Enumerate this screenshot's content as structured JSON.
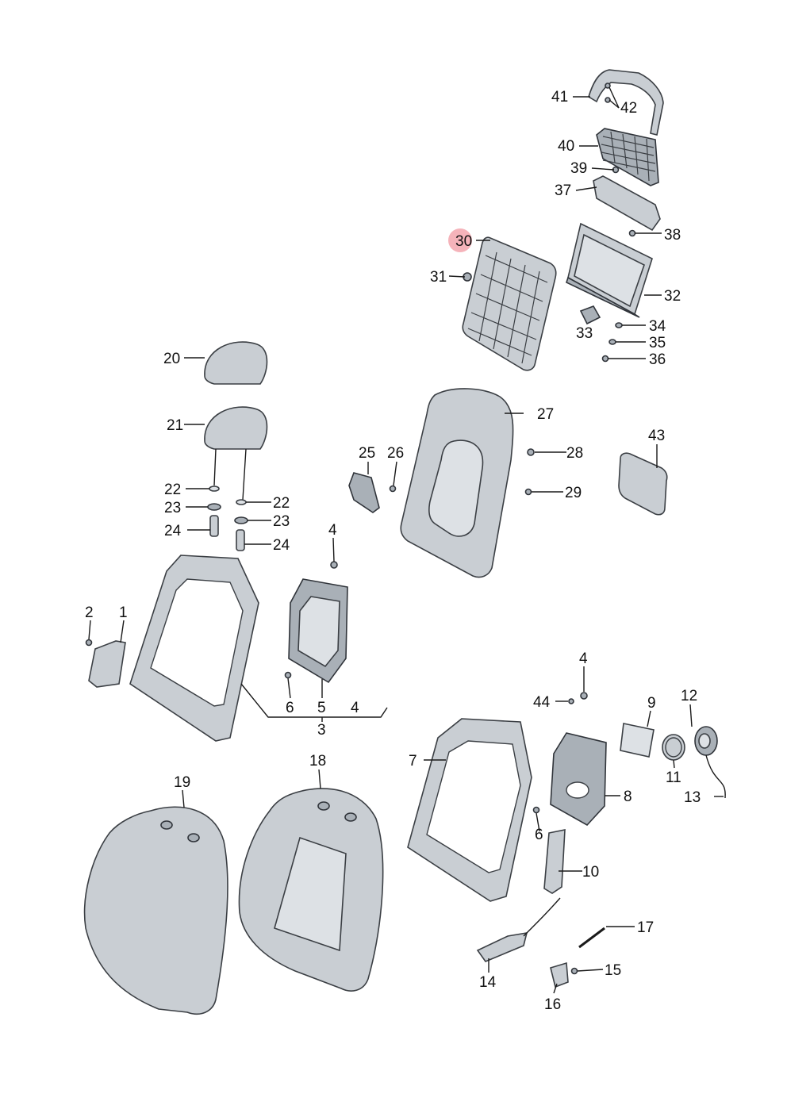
{
  "highlighted_part": "30",
  "colors": {
    "part_fill": "#c9ced3",
    "outline": "#3b3f44",
    "highlight": "#f29aa3"
  },
  "callouts": {
    "p1": "1",
    "p2": "2",
    "p3": "3",
    "p4a": "4",
    "p4b": "4",
    "p4c": "4",
    "p5": "5",
    "p6a": "6",
    "p6b": "6",
    "p7": "7",
    "p8": "8",
    "p9": "9",
    "p10": "10",
    "p11": "11",
    "p12": "12",
    "p13": "13",
    "p14": "14",
    "p15": "15",
    "p16": "16",
    "p17": "17",
    "p18": "18",
    "p19": "19",
    "p20": "20",
    "p21": "21",
    "p22a": "22",
    "p22b": "22",
    "p23a": "23",
    "p23b": "23",
    "p24a": "24",
    "p24b": "24",
    "p25": "25",
    "p26": "26",
    "p27": "27",
    "p28": "28",
    "p29": "29",
    "p30": "30",
    "p31": "31",
    "p32": "32",
    "p33": "33",
    "p34": "34",
    "p35": "35",
    "p36": "36",
    "p37": "37",
    "p38": "38",
    "p39": "39",
    "p40": "40",
    "p41": "41",
    "p42": "42",
    "p43": "43",
    "p44": "44"
  }
}
